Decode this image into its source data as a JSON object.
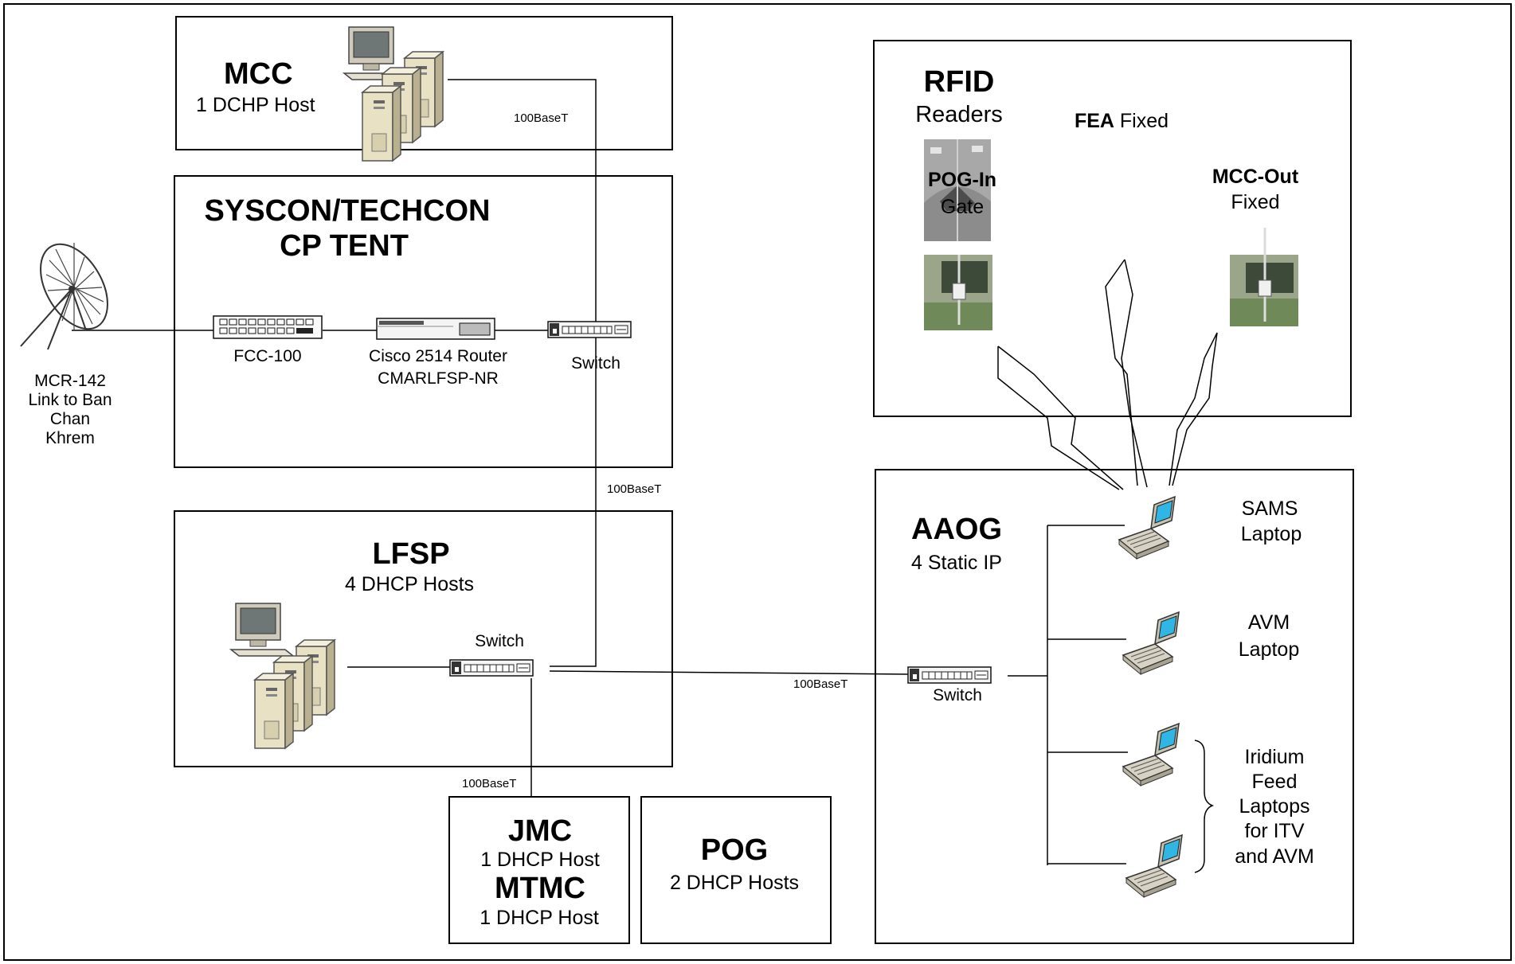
{
  "mcc": {
    "title": "MCC",
    "subtitle": "1 DCHP Host"
  },
  "syscon": {
    "title_line1": "SYSCON/TECHCON",
    "title_line2": "CP TENT"
  },
  "lfsp": {
    "title": "LFSP",
    "subtitle": "4 DHCP Hosts"
  },
  "jmc": {
    "title": "JMC",
    "subtitle": "1 DHCP Host"
  },
  "mtmc": {
    "title": "MTMC",
    "subtitle": "1 DHCP Host"
  },
  "pog": {
    "title": "POG",
    "subtitle": "2 DHCP Hosts"
  },
  "rfid": {
    "title": "RFID",
    "subtitle": "Readers",
    "fea_bold": "FEA",
    "fea_rest": " Fixed",
    "pog_in_line1": "POG-In",
    "pog_in_line2": "Gate",
    "mcc_out_line1": "MCC-Out",
    "mcc_out_line2": "Fixed"
  },
  "aaog": {
    "title": "AAOG",
    "subtitle": "4 Static IP"
  },
  "devices": {
    "fcc": "FCC-100",
    "router_line1": "Cisco 2514 Router",
    "router_line2": "CMARLFSP-NR",
    "syscon_switch": "Switch",
    "lfsp_switch": "Switch",
    "aaog_switch": "Switch"
  },
  "satellite": {
    "line1": "MCR-142",
    "line2": "Link to Ban",
    "line3": "Chan",
    "line4": "Khrem"
  },
  "links": {
    "mcc_link": "100BaseT",
    "syscon_lfsp_link": "100BaseT",
    "lfsp_aaog_link": "100BaseT",
    "lfsp_jmc_link": "100BaseT"
  },
  "laptops": {
    "sams_line1": "SAMS",
    "sams_line2": "Laptop",
    "avm_line1": "AVM",
    "avm_line2": "Laptop",
    "iridium_line1": "Iridium",
    "iridium_line2": "Feed",
    "iridium_line3": "Laptops",
    "iridium_line4": "for ITV",
    "iridium_line5": "and AVM"
  }
}
